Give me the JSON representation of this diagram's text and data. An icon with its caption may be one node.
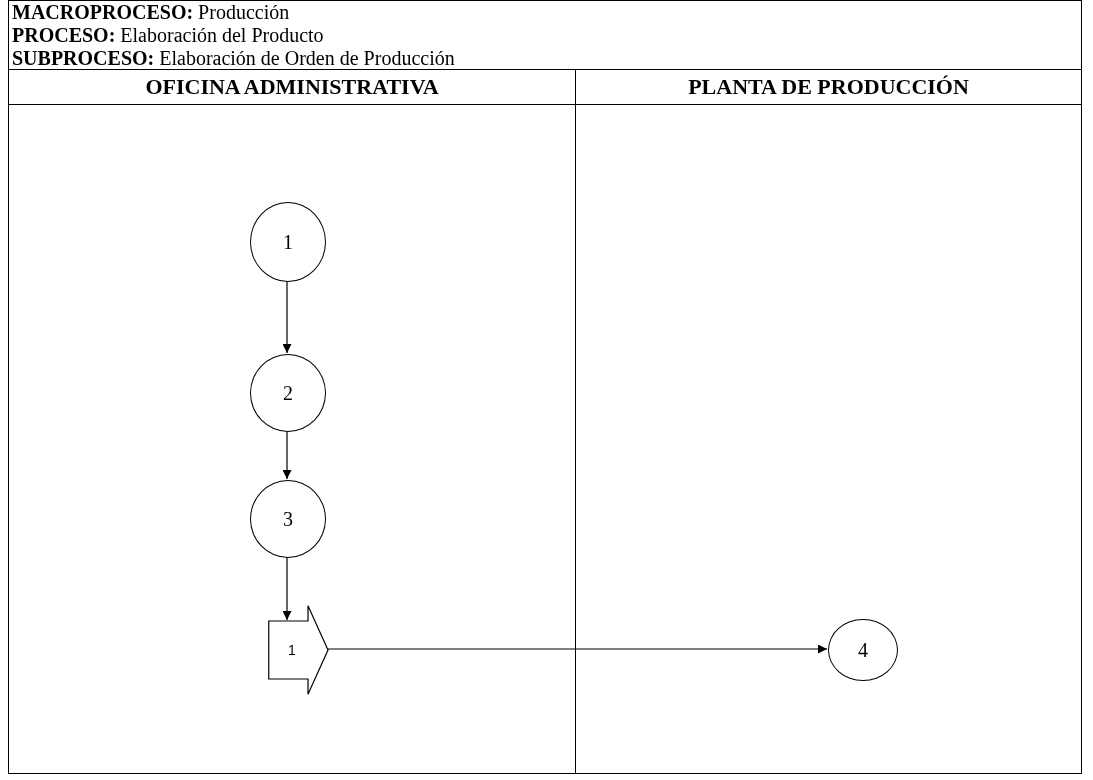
{
  "diagram": {
    "nodes": [
      {
        "text": [
          "OFICINA ADMINISTRATIVA"
        ]
      },
      {
        "text": [
          "PLANTA DE PRODUCCIÓN"
        ]
      },
      {
        "text": [
          "1"
        ],
        "in": 0
      },
      {
        "text": [
          "2"
        ],
        "in": 0
      },
      {
        "text": [
          "3"
        ],
        "in": 0
      },
      {
        "text": [
          "1"
        ],
        "in": 0
      },
      {
        "text": [
          "4"
        ],
        "in": 1
      }
    ],
    "edges": [
      {
        "from": 2,
        "to": 3,
        "arrow": "to"
      },
      {
        "from": 3,
        "to": 4,
        "arrow": "to"
      },
      {
        "from": 4,
        "to": 5,
        "arrow": "to"
      },
      {
        "from": 5,
        "to": 6,
        "arrow": "to"
      }
    ],
    "labels": [
      "**MACROPROCESO:** Producción",
      "**PROCESO:** Elaboración del Producto",
      "**SUBPROCESO:** Elaboración de Orden de Producción"
    ]
  }
}
